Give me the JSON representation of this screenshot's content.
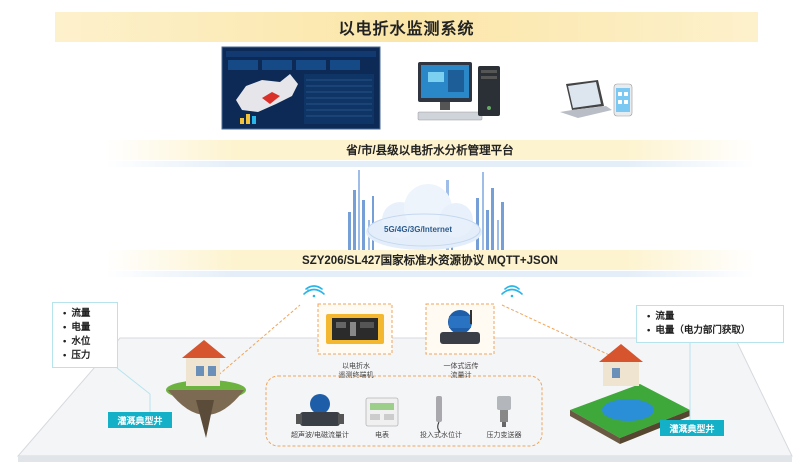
{
  "title": "以电折水监测系统",
  "platform": {
    "label": "省/市/县级以电折水分析管理平台"
  },
  "network": {
    "cloud_label": "5G/4G/3G/Internet"
  },
  "protocol": {
    "label": "SZY206/SL427国家标准水资源协议  MQTT+JSON"
  },
  "left_panel": {
    "items": [
      "流量",
      "电量",
      "水位",
      "压力"
    ],
    "tag": "灌溉典型井"
  },
  "right_panel": {
    "items": [
      "流量",
      "电量（电力部门获取）"
    ],
    "tag": "灌溉典型井"
  },
  "terminals": {
    "rtu_caption": [
      "以电折水",
      "遥测终端机"
    ],
    "meter_caption": [
      "一体式远传",
      "流量计"
    ]
  },
  "sensors": [
    "超声波/电磁流量计",
    "电表",
    "投入式水位计",
    "压力变送器"
  ],
  "colors": {
    "accent": "#14b0c8",
    "title_band": "#fbe6a8",
    "dash": "#f0a55c"
  }
}
